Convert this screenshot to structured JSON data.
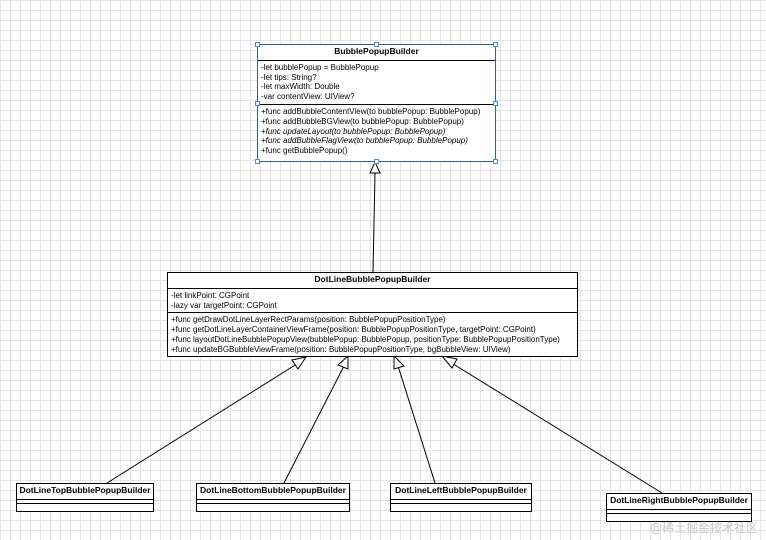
{
  "diagram": {
    "base": {
      "name": "BubblePopupBuilder",
      "attributes": [
        "-let bubblePopup = BubblePopup",
        "-let tips: String?",
        "-let maxWidth: Double",
        "-var contentView: UIView?"
      ],
      "methods": [
        {
          "text": "+func addBubbleContentView(to bubblePopup: BubblePopup)",
          "italic": false
        },
        {
          "text": "+func addBubbleBGView(to bubblePopup: BubblePopup)",
          "italic": false
        },
        {
          "text": "+func updateLayout(to bubblePopup: BubblePopup)",
          "italic": true
        },
        {
          "text": "+func addBubbleFlagView(to bubblePopup: BubblePopup)",
          "italic": true
        },
        {
          "text": "+func getBubblePopup()",
          "italic": false
        }
      ]
    },
    "middle": {
      "name": "DotLineBubblePopupBuilder",
      "attributes": [
        "-let linkPoint: CGPoint",
        "-lazy var targetPoint: CGPoint"
      ],
      "methods": [
        "+func getDrawDotLineLayerRectParams(position: BubblePopupPositionType)",
        "+func getDotLineLayerContainerViewFrame(position: BubblePopupPositionType, targetPoint: CGPoint)",
        "+func layoutDotLineBubblePopupView(bubblePopup: BubblePopup, positionType: BubblePopupPositionType)",
        "+func updateBGBubbleViewFrame(position: BubblePopupPositionType, bgBubbleView: UIView)"
      ]
    },
    "leaves": [
      "DotLineTopBubblePopupBuilder",
      "DotLineBottomBubblePopupBuilder",
      "DotLineLeftBubblePopupBuilder",
      "DotLineRightBubblePopupBuilder"
    ]
  },
  "watermark": "@稀土掘金技术社区",
  "colors": {
    "selection": "#2f5da6",
    "handle": "#4a8ad8",
    "grid": "#e4e4e4"
  }
}
